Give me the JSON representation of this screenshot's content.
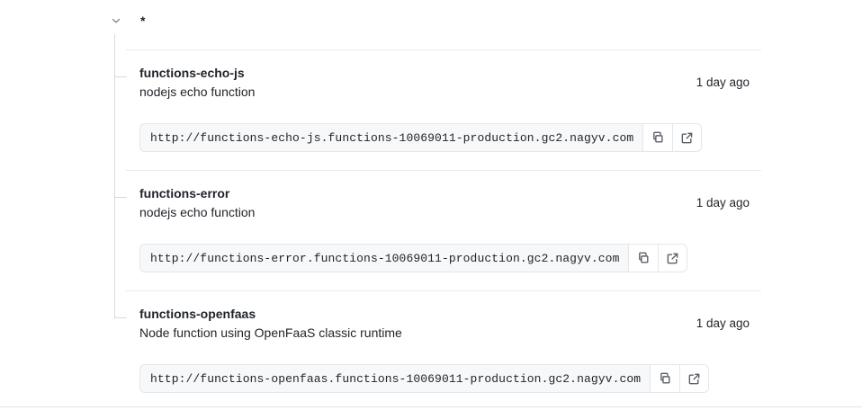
{
  "group": {
    "chevron_icon": "chevron-down-icon",
    "label": "*",
    "expanded": true
  },
  "items": [
    {
      "name": "functions-echo-js",
      "description": "nodejs echo function",
      "time": "1 day ago",
      "url": "http://functions-echo-js.functions-10069011-production.gc2.nagyv.com",
      "copy_icon": "copy-icon",
      "open_icon": "external-link-icon"
    },
    {
      "name": "functions-error",
      "description": "nodejs echo function",
      "time": "1 day ago",
      "url": "http://functions-error.functions-10069011-production.gc2.nagyv.com",
      "copy_icon": "copy-icon",
      "open_icon": "external-link-icon"
    },
    {
      "name": "functions-openfaas",
      "description": "Node function using OpenFaaS classic runtime",
      "time": "1 day ago",
      "url": "http://functions-openfaas.functions-10069011-production.gc2.nagyv.com",
      "copy_icon": "copy-icon",
      "open_icon": "external-link-icon"
    }
  ],
  "colors": {
    "text": "#1f2328",
    "border": "#e4e6ea",
    "separator": "#e8eaed",
    "field_bg": "#f6f8fa",
    "tree_line": "#d8dade"
  }
}
